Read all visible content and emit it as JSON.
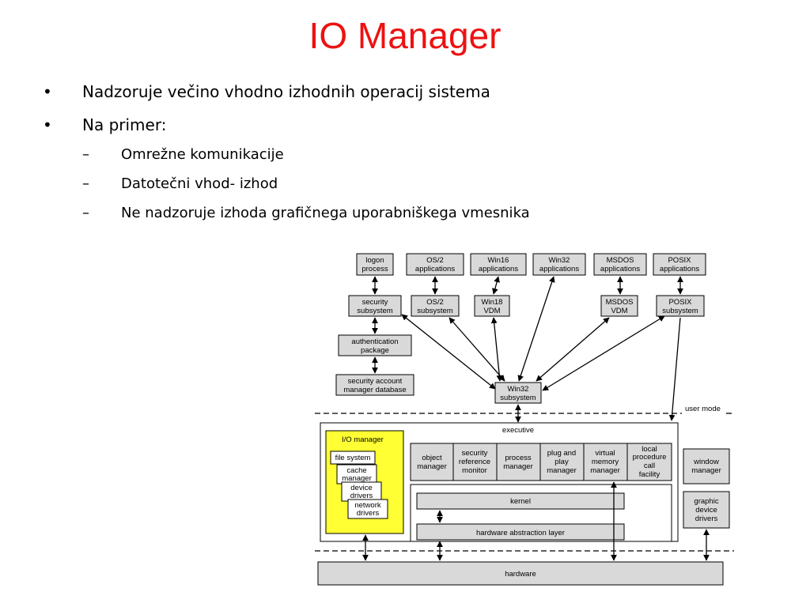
{
  "title": "IO Manager",
  "bullets": [
    {
      "text": "Nadzoruje večino vhodno izhodnih operacij sistema"
    },
    {
      "text": "Na primer:",
      "sub": [
        "Omrežne komunikacije",
        "Datotečni vhod- izhod",
        "Ne nadzoruje izhoda grafičnega uporabniškega vmesnika"
      ]
    }
  ],
  "diagram": {
    "top_apps": {
      "logon": [
        "logon",
        "process"
      ],
      "os2_apps": [
        "OS/2",
        "applications"
      ],
      "win16_apps": [
        "Win16",
        "applications"
      ],
      "win32_apps": [
        "Win32",
        "applications"
      ],
      "msdos_apps": [
        "MSDOS",
        "applications"
      ],
      "posix_apps": [
        "POSIX",
        "applications"
      ]
    },
    "subsystems": {
      "security": [
        "security",
        "subsystem"
      ],
      "os2": [
        "OS/2",
        "subsystem"
      ],
      "win18": [
        "Win18",
        "VDM"
      ],
      "msdos_vdm": [
        "MSDOS",
        "VDM"
      ],
      "posix": [
        "POSIX",
        "subsystem"
      ]
    },
    "auth_package": [
      "authentication",
      "package"
    ],
    "sam_db": [
      "security account",
      "manager database"
    ],
    "win32_subsystem": [
      "Win32",
      "subsystem"
    ],
    "user_mode_label": "user mode",
    "executive_label": "executive",
    "io_manager": {
      "title": "I/O manager",
      "file_system": "file system",
      "cache": [
        "cache",
        "manager"
      ],
      "device": [
        "device",
        "drivers"
      ],
      "network": [
        "network",
        "drivers"
      ]
    },
    "exec_components": {
      "object": [
        "object",
        "manager"
      ],
      "srm": [
        "security",
        "reference",
        "monitor"
      ],
      "process": [
        "process",
        "manager"
      ],
      "pnp": [
        "plug and",
        "play",
        "manager"
      ],
      "vmm": [
        "virtual",
        "memory",
        "manager"
      ],
      "lpc": [
        "local",
        "procedure",
        "call",
        "facility"
      ]
    },
    "kernel": "kernel",
    "hal": "hardware abstraction layer",
    "window_manager": [
      "window",
      "manager"
    ],
    "graphic_drivers": [
      "graphic",
      "device",
      "drivers"
    ],
    "hardware": "hardware",
    "colors": {
      "io_fill": "#ffff33",
      "box_fill": "#d9d9d9",
      "title": "#ee1111"
    }
  }
}
